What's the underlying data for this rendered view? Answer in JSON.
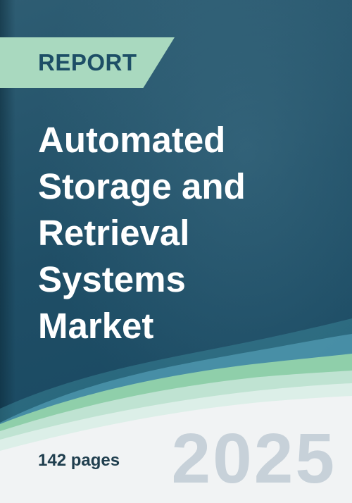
{
  "badge": {
    "label": "REPORT"
  },
  "title": {
    "lines": [
      "Automated",
      "Storage and",
      "Retrieval",
      "Systems",
      "Market"
    ]
  },
  "footer": {
    "pages": "142 pages",
    "year": "2025"
  },
  "colors": {
    "background": "#1f4e66",
    "badge": "#a9d9bf",
    "title": "#ffffff",
    "year": "#c7d1d9",
    "footer_bg": "#f1f3f4"
  }
}
